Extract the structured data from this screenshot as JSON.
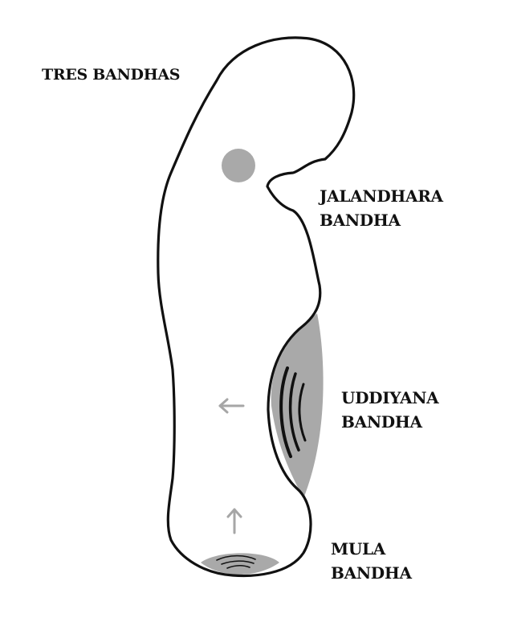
{
  "title": "TRES BANDHAS",
  "labels": {
    "jalandhara": [
      "JALANDHARA",
      "BANDHA"
    ],
    "uddiyana": [
      "UDDIYANA",
      "BANDHA"
    ],
    "mula": [
      "MULA",
      "BANDHA"
    ]
  },
  "colors": {
    "outline": "#111111",
    "shade": "#a9a9a9",
    "arrow": "#a6a6a6",
    "background": "#ffffff"
  }
}
